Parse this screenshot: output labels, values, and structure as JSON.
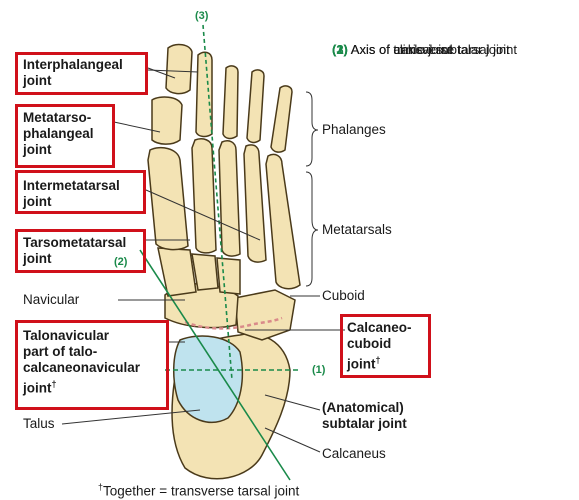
{
  "legend": [
    {
      "num": "(1)",
      "text": "Axis of ankle joint"
    },
    {
      "num": "(2)",
      "text": "Axis of clinical subtalar joint"
    },
    {
      "num": "(3)",
      "text": "Axis of transverse tarsal joint"
    }
  ],
  "axis_tags": {
    "a1": "(1)",
    "a2": "(2)",
    "a3": "(3)"
  },
  "labels_left": {
    "interphalangeal": [
      "Interphalangeal",
      "joint"
    ],
    "metatarsophalangeal": [
      "Metatarso-",
      "phalangeal",
      "joint"
    ],
    "intermetatarsal": [
      "Intermetatarsal",
      "joint"
    ],
    "tarsometatarsal": [
      "Tarsometatarsal",
      "joint"
    ],
    "navicular": "Navicular",
    "talonavicular": [
      "Talonavicular",
      "part of talo-",
      "calcaneonavicular",
      "joint"
    ],
    "talus": "Talus"
  },
  "labels_right": {
    "phalanges": "Phalanges",
    "metatarsals": "Metatarsals",
    "cuboid": "Cuboid",
    "calcaneocuboid": [
      "Calcaneo-",
      "cuboid",
      "joint"
    ],
    "anatomical_subtalar": [
      "(Anatomical)",
      "subtalar joint"
    ],
    "calcaneus": "Calcaneus"
  },
  "dagger": "†",
  "footnote": "Together = transverse tarsal joint",
  "colors": {
    "bone": "#f3e3b4",
    "bone_edge": "#4a3a1a",
    "talus": "#bfe3ee",
    "axis": "#1a8a4a",
    "box": "#d0101a",
    "joint": "#d98a8a"
  }
}
